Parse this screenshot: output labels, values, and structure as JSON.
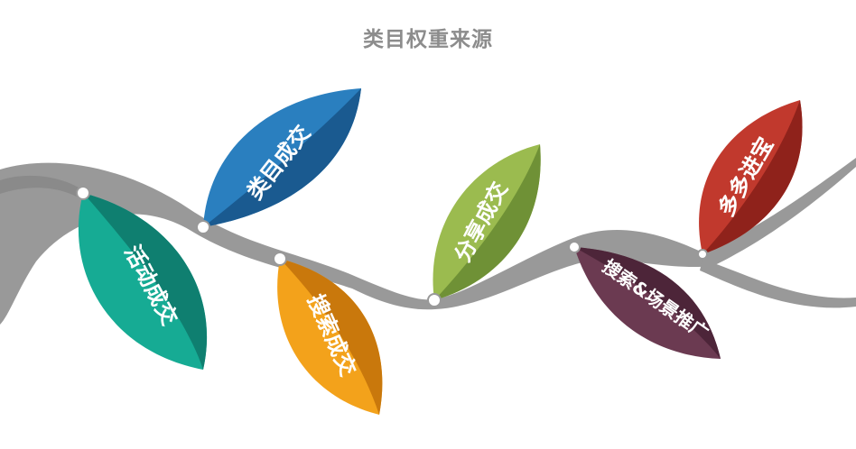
{
  "title": "类目权重来源",
  "leaves": [
    {
      "id": "activity",
      "label": "活动成交",
      "color_light": "#16ab94",
      "color_dark": "#0f7f70"
    },
    {
      "id": "category",
      "label": "类目成交",
      "color_light": "#2a7fbf",
      "color_dark": "#1a5a90"
    },
    {
      "id": "search",
      "label": "搜索成交",
      "color_light": "#f3a21b",
      "color_dark": "#c9780c"
    },
    {
      "id": "share",
      "label": "分享成交",
      "color_light": "#9bbb4f",
      "color_dark": "#6f9136"
    },
    {
      "id": "scene",
      "label": "搜索&场景推广",
      "color_light": "#6b3a51",
      "color_dark": "#4d2539"
    },
    {
      "id": "more",
      "label": "多多进宝",
      "color_light": "#c1392d",
      "color_dark": "#8f221b"
    }
  ],
  "colors": {
    "branch": "#999999",
    "title": "#8c8c8c"
  }
}
